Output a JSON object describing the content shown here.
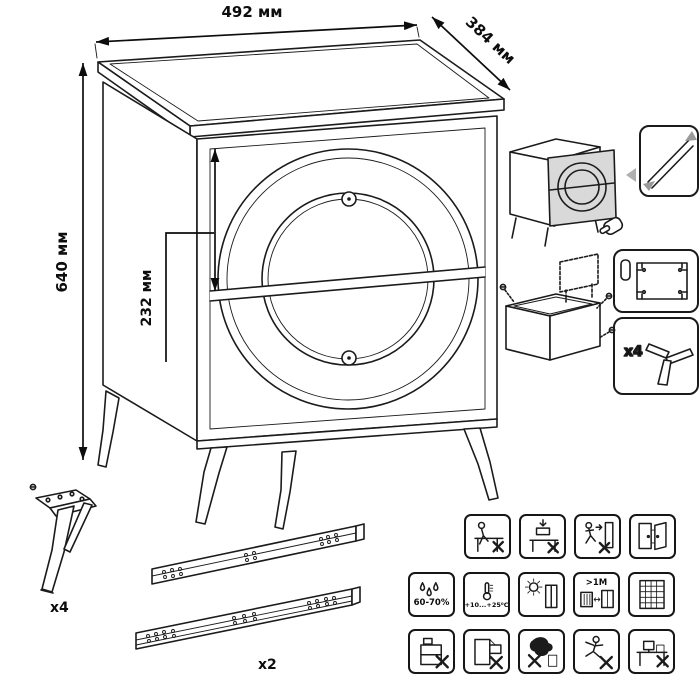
{
  "dimensions": {
    "width_label": "492 мм",
    "depth_label": "384 мм",
    "height_label": "640 мм",
    "drawer_front_label": "232 мм"
  },
  "parts": {
    "leg_qty_label": "x4",
    "bracket_qty_label": "x4",
    "rail_qty_label": "x2"
  },
  "care_icons": {
    "humidity_label": "60-70%",
    "temperature_label": "+10...+25⁰C",
    "heat_distance_label": ">1M"
  }
}
